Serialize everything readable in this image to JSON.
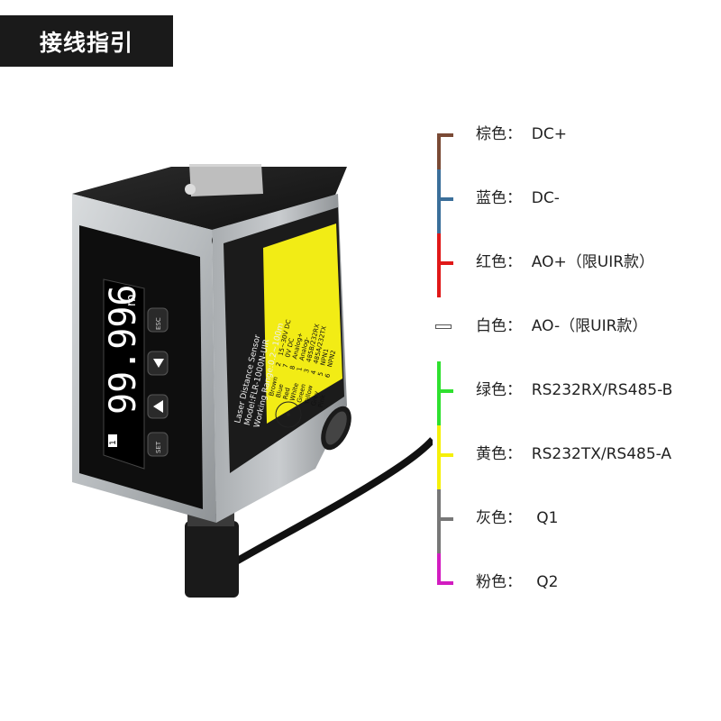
{
  "title": "接线指引",
  "device": {
    "display_reading": "99.996",
    "display_unit": "m",
    "display_small": "1",
    "esc_label": "ESC",
    "set_label": "SET",
    "side_label_lines": [
      "Laser Distance Sensor",
      "Model:FLR-1000N-UIR",
      "Working Range:0.2~100m"
    ],
    "sticker_wires": [
      {
        "color": "Brown",
        "num": "2",
        "func": "15~30V DC"
      },
      {
        "color": "Blue",
        "num": "7",
        "func": "0V DC"
      },
      {
        "color": "Red",
        "num": "8",
        "func": "Analog+"
      },
      {
        "color": "White",
        "num": "1",
        "func": "Analog-"
      },
      {
        "color": "Green",
        "num": "3",
        "func": "485B/232RX"
      },
      {
        "color": "Yellow",
        "num": "4",
        "func": "485A/232TX"
      },
      {
        "color": "Grey",
        "num": "5",
        "func": "NPN1"
      },
      {
        "color": "Pink",
        "num": "6",
        "func": "NPN2"
      }
    ]
  },
  "wires": [
    {
      "label": "棕色：  DC+",
      "color": "#7a4a35"
    },
    {
      "label": "蓝色：  DC-",
      "color": "#3b6f9a"
    },
    {
      "label": "红色：  AO+（限UIR款）",
      "color": "#e01818"
    },
    {
      "label": "白色：  AO-（限UIR款）",
      "color": "#ffffff"
    },
    {
      "label": "绿色：  RS232RX/RS485-B",
      "color": "#2fe02f"
    },
    {
      "label": "黄色：  RS232TX/RS485-A",
      "color": "#f5f00a"
    },
    {
      "label": "灰色：   Q1",
      "color": "#777777"
    },
    {
      "label": "粉色：   Q2",
      "color": "#d21cc0"
    }
  ]
}
